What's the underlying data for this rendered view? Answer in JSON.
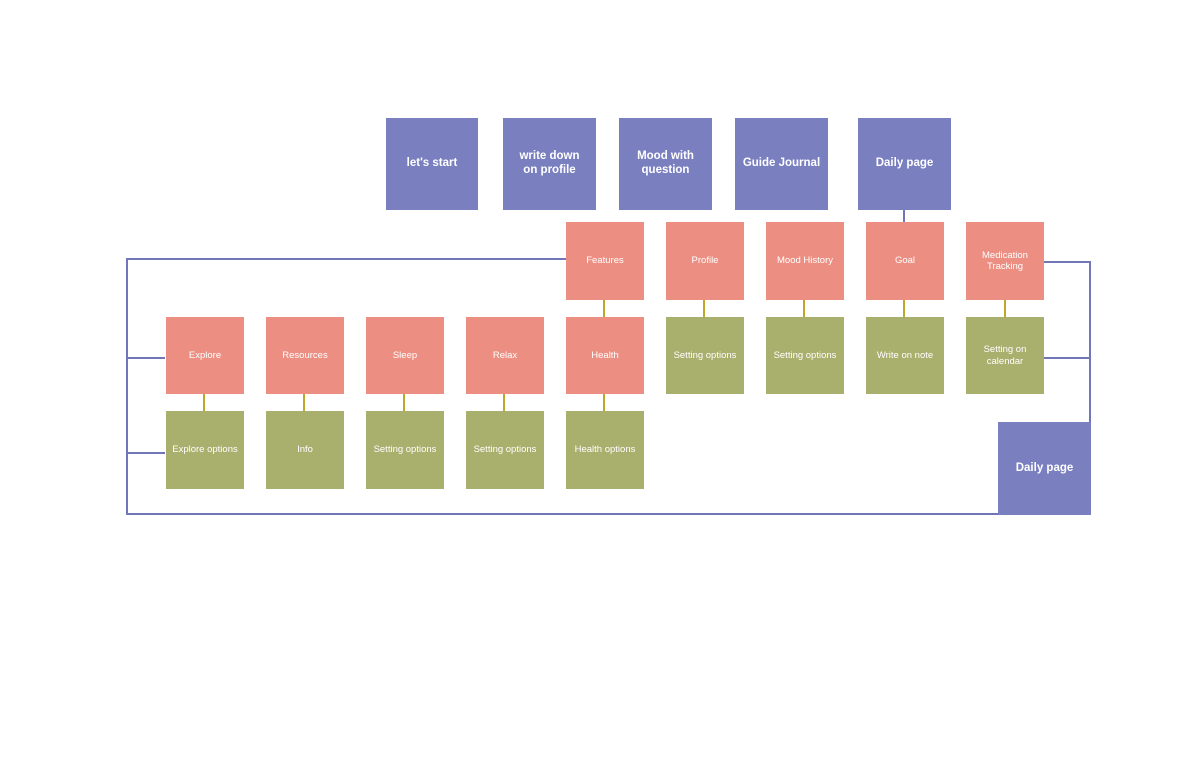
{
  "flow": [
    {
      "id": "lets-start",
      "label": "let's start"
    },
    {
      "id": "write-down-on-profile",
      "label": "write down\non profile"
    },
    {
      "id": "mood-with-question",
      "label": "Mood with\nquestion"
    },
    {
      "id": "guide-journal",
      "label": "Guide Journal"
    },
    {
      "id": "daily-page",
      "label": "Daily page"
    }
  ],
  "sections": [
    {
      "id": "features",
      "label": "Features"
    },
    {
      "id": "profile",
      "label": "Profile"
    },
    {
      "id": "mood-history",
      "label": "Mood History"
    },
    {
      "id": "goal",
      "label": "Goal"
    },
    {
      "id": "medication-tracking",
      "label": "Medication\nTracking"
    }
  ],
  "section_children": [
    {
      "id": "profile-setting-options",
      "label": "Setting options"
    },
    {
      "id": "mood-history-setting-options",
      "label": "Setting options"
    },
    {
      "id": "write-on-note",
      "label": "Write on note"
    },
    {
      "id": "setting-on-calendar",
      "label": "Setting on\ncalendar"
    }
  ],
  "features": [
    {
      "id": "explore",
      "label": "Explore"
    },
    {
      "id": "resources",
      "label": "Resources"
    },
    {
      "id": "sleep",
      "label": "Sleep"
    },
    {
      "id": "relax",
      "label": "Relax"
    },
    {
      "id": "health",
      "label": "Health"
    }
  ],
  "feature_children": [
    {
      "id": "explore-options",
      "label": "Explore options"
    },
    {
      "id": "info",
      "label": "Info"
    },
    {
      "id": "sleep-setting-options",
      "label": "Setting options"
    },
    {
      "id": "relax-setting-options",
      "label": "Setting options"
    },
    {
      "id": "health-options",
      "label": "Health options"
    }
  ],
  "return_node": {
    "id": "daily-page-return",
    "label": "Daily page"
  },
  "colors": {
    "flow": "#7a7fc0",
    "section": "#ec8f82",
    "option": "#a9af6c",
    "line_blue": "#7176b8",
    "line_olive": "#c0a72a"
  }
}
